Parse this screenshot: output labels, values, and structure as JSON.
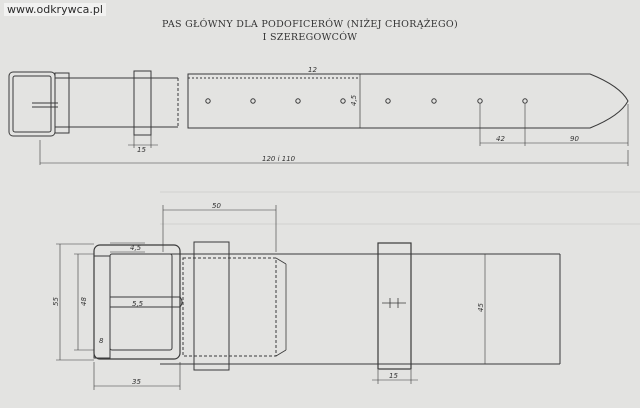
{
  "watermark": "www.odkrywca.pl",
  "title": {
    "line1": "PAS GŁÓWNY DLA PODOFICERÓW (NIŻEJ CHORĄŻEGO)",
    "line2": "I SZEREGOWCÓW"
  },
  "dimensions": {
    "top_view": {
      "thickness": "12",
      "width": "4,5",
      "hole_spacing": "42",
      "tip_length": "90",
      "loop_width": "15",
      "total_length": "120 i 110"
    },
    "detail_view": {
      "loop_length": "50",
      "buckle_bar": "4,5",
      "outer_height": "55",
      "inner_height": "48",
      "prong_width": "5,5",
      "frame_bar": "8",
      "buckle_width": "35",
      "strap_width": "45",
      "keeper_width": "15"
    }
  },
  "colors": {
    "paper": "#e3e3e1",
    "ink": "#3a3a3a"
  }
}
